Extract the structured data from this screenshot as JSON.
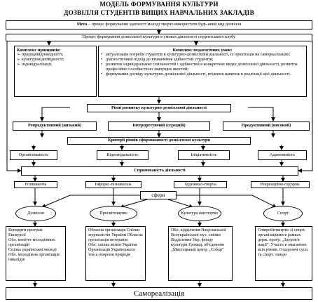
{
  "title_line1": "МОДЕЛЬ ФОРМУВАННЯ КУЛЬТУРИ",
  "title_line2": "ДОЗВІЛЛЯ СТУДЕНТІВ ВИЩИХ НАВЧАЛЬНИХ ЗАКЛАДІВ",
  "goal_label": "Мета",
  "goal_text": " – процес формування здатності молоді творчо використати будь-який вид дозвілля",
  "process": "Процес формування дозвіллєвої культури в умовах діяльності студентського клубу",
  "principles": {
    "heading": "Комплекс принципів:",
    "items": [
      "природовідповідності;",
      "культуровідповідності;",
      "індивідуалізації;"
    ]
  },
  "conditions": {
    "heading": "Комплекс педагогічних умов:",
    "items": [
      "актуалізація потреби студентів в культурно-дозвіллєвій діяльності, їх орієнтація на самореалізацію;",
      "діагностичний підхід до визначення здібностей студентів;",
      "розвиток індивідуальних схильностей і здібностей в конкретних видах дозвіллєвої діяльності, розвиток професійно і особистісно значущих якостей;",
      "формування досвіду культурно-дозвіллєвої діяльності, втілення навичок в реалізації цієї діяльності."
    ]
  },
  "levels_title": "Рівні розвитку культурно-дозвіллєвої діяльності",
  "levels": [
    "Репродуктивний (низький)",
    "Інтерпретуючий (середній)",
    "Продуктивний (високий)"
  ],
  "criteria_title": "Критерії рівнів сформованості дозвіллєвої культури",
  "criteria": [
    "Організованість",
    "Відповідальність",
    "Ініціативність",
    "Адаптивність"
  ],
  "orientation_title": "Спрямованість діяльності",
  "orientations": [
    "Розвиваюча",
    "Інформ.-пізнавальн.",
    "Художньо-творча",
    "Рекреаційно-оздоров."
  ],
  "spheres_label": "сфери",
  "spheres": [
    "Дозвілля",
    "Просвітництво",
    "Культура мистецтво",
    "Спорт"
  ],
  "details": [
    [
      "Концерти програм",
      "Екскурсії",
      "Обл. комітет молодіжних організацій",
      "Спілка української молоді",
      "Обл. молодіжна організація інвалідів"
    ],
    [
      "Обласна організація Спілки журналістів України Обласна організація ветеранів",
      "Обл. спілка жінок України Організація Українського тов-а охорони природи"
    ],
    [
      "Обл. відділення Національної Всеукраїнської муз. спілки Відділення Укр. фонду культури Громад. об'єднання „Мистецький центр „Собор\""
    ],
    [
      "Співробітництво зі спорт. організаціями в рамках держ. прогр. „Здоров'я нації\". Участь в змаганнях всіх рівнів. Оздоровчі сусп. та спорт. танцю"
    ]
  ],
  "result": "Самореалізація"
}
